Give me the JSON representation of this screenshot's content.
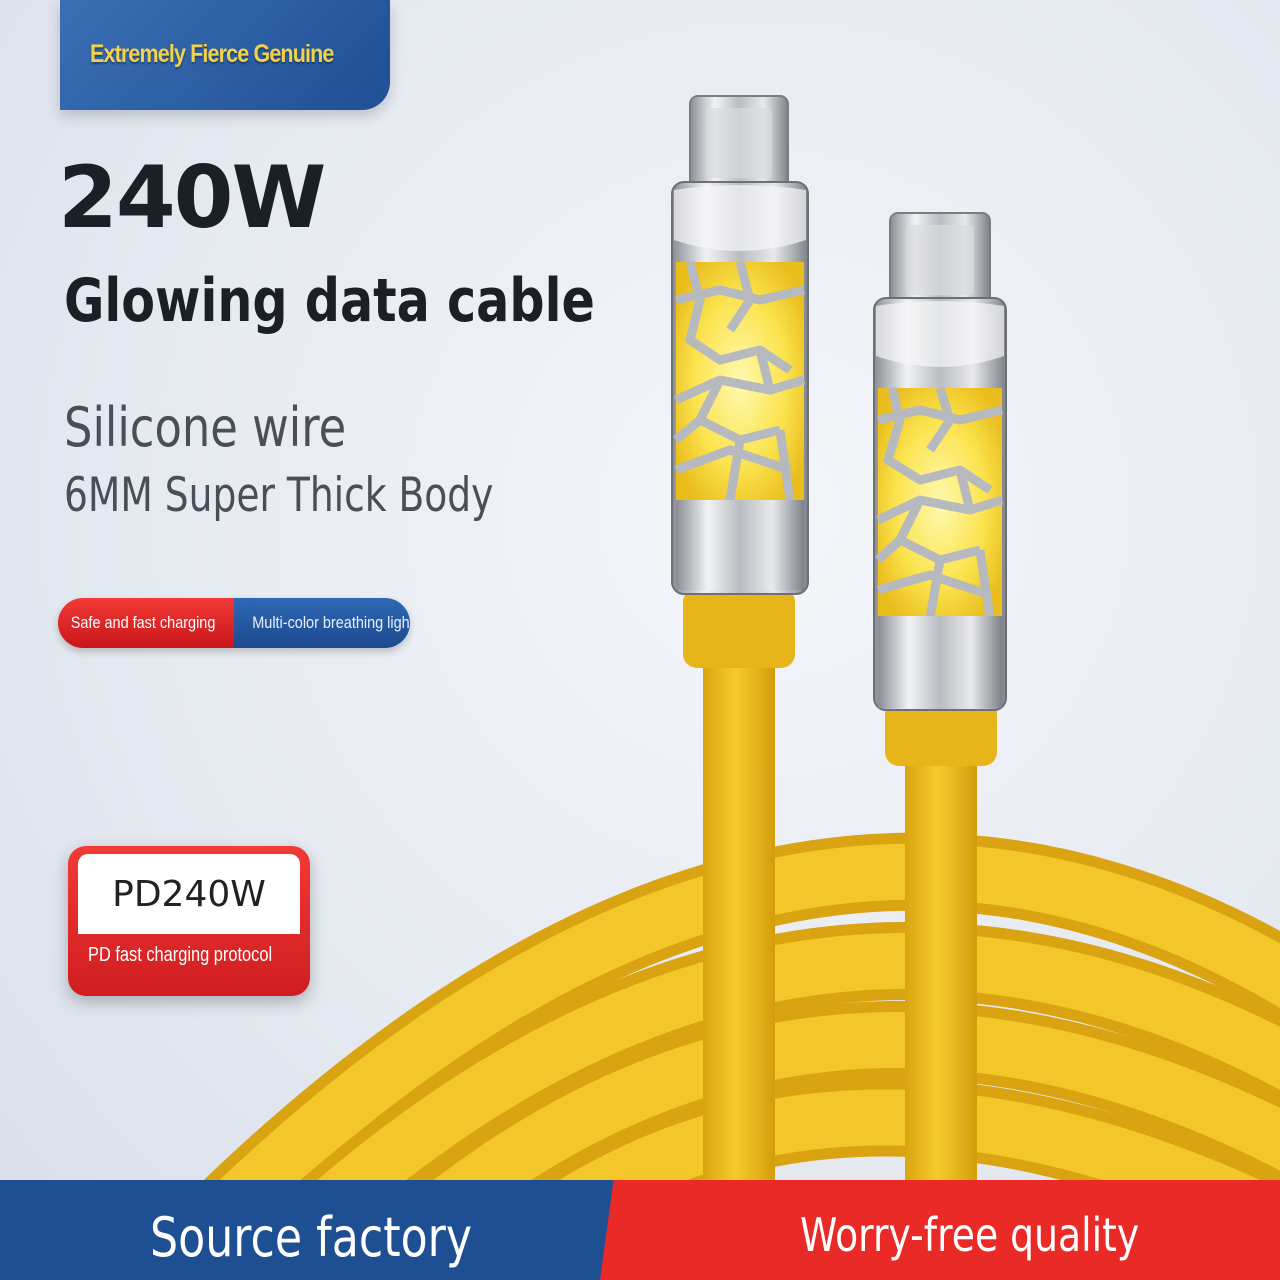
{
  "top_tag": "Extremely Fierce Genuine",
  "headline": "240W",
  "subtitle": "Glowing data cable",
  "feature_1": "Silicone wire",
  "feature_2": "6MM Super Thick Body",
  "pill": {
    "left": "Safe and fast charging",
    "right": "Multi-color breathing light"
  },
  "badge": {
    "title": "PD240W",
    "protocol": "PD fast charging protocol"
  },
  "bottom": {
    "left": "Source factory",
    "right": "Worry-free quality"
  },
  "colors": {
    "brand_blue": "#1f4f93",
    "brand_red": "#e92a27",
    "cable_yellow": "#f2c320",
    "glow_yellow": "#fff27a",
    "tag_text": "#f2d24b"
  }
}
